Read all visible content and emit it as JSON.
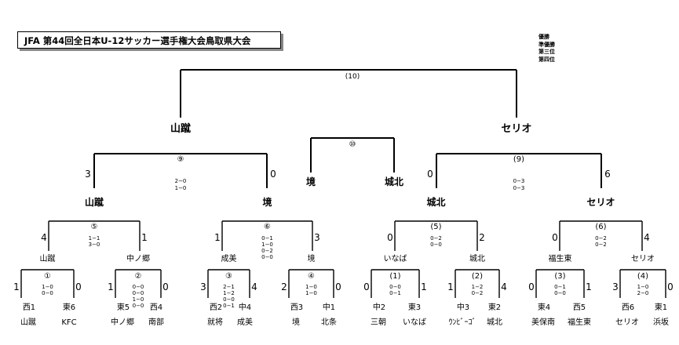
{
  "title": "JFA 第44回全日本U-12サッカー選手権大会鳥取県大会",
  "legend": [
    "優勝",
    "準優勝",
    "第三位",
    "第四位"
  ],
  "teams": [
    "山蹴",
    "KFC",
    "中ノ郷",
    "南部",
    "就将",
    "成美",
    "境",
    "北条",
    "三朝",
    "いなば",
    "ｳﾝﾋﾞｰｺﾞ",
    "城北",
    "美保南",
    "福生東",
    "セリオ",
    "浜坂"
  ],
  "seeds": [
    "西1",
    "東6",
    "東5",
    "西4",
    "西2",
    "中4",
    "西3",
    "中1",
    "中2",
    "東3",
    "中3",
    "東2",
    "東4",
    "西5",
    "西6",
    "東1"
  ],
  "round1": [
    {
      "num": "①",
      "score_l": "1",
      "score_r": "0",
      "periods": [
        "1−0",
        "0−0"
      ]
    },
    {
      "num": "②",
      "score_l": "1",
      "score_r": "0",
      "periods": [
        "0−0",
        "0−0",
        "1−0",
        "0−0"
      ]
    },
    {
      "num": "③",
      "score_l": "3",
      "score_r": "4",
      "periods": [
        "2−1",
        "1−2",
        "0−0",
        "0−1"
      ]
    },
    {
      "num": "④",
      "score_l": "2",
      "score_r": "0",
      "periods": [
        "1−0",
        "1−0"
      ]
    },
    {
      "num": "(1)",
      "score_l": "0",
      "score_r": "1",
      "periods": [
        "0−0",
        "0−1"
      ]
    },
    {
      "num": "(2)",
      "score_l": "1",
      "score_r": "4",
      "periods": [
        "1−2",
        "0−2"
      ]
    },
    {
      "num": "(3)",
      "score_l": "0",
      "score_r": "1",
      "periods": [
        "0−1",
        "0−0"
      ]
    },
    {
      "num": "(4)",
      "score_l": "3",
      "score_r": "0",
      "periods": [
        "1−0",
        "2−0"
      ]
    }
  ],
  "round1_winners": [
    "山蹴",
    "中ノ郷",
    "成美",
    "境",
    "いなば",
    "城北",
    "福生東",
    "セリオ"
  ],
  "round2": [
    {
      "num": "⑤",
      "score_l": "4",
      "score_r": "1",
      "periods": [
        "1−1",
        "3−0"
      ]
    },
    {
      "num": "⑥",
      "score_l": "1",
      "score_r": "3",
      "periods": [
        "0−1",
        "1−0",
        "0−2",
        "0−0"
      ]
    },
    {
      "num": "(5)",
      "score_l": "0",
      "score_r": "2",
      "periods": [
        "0−2",
        "0−0"
      ]
    },
    {
      "num": "(6)",
      "score_l": "0",
      "score_r": "4",
      "periods": [
        "0−2",
        "0−2"
      ]
    }
  ],
  "round2_winners": [
    "山蹴",
    "境",
    "城北",
    "セリオ"
  ],
  "semis": [
    {
      "num": "⑨",
      "score_l": "3",
      "score_r": "0",
      "periods": [
        "2−0",
        "1−0"
      ]
    },
    {
      "num": "(9)",
      "score_l": "0",
      "score_r": "6",
      "periods": [
        "0−3",
        "0−3"
      ]
    }
  ],
  "semi_winners": [
    "山蹴",
    "セリオ"
  ],
  "final": {
    "num": "(10)"
  },
  "third_place": {
    "num": "⑩",
    "team_l": "境",
    "team_r": "城北"
  }
}
